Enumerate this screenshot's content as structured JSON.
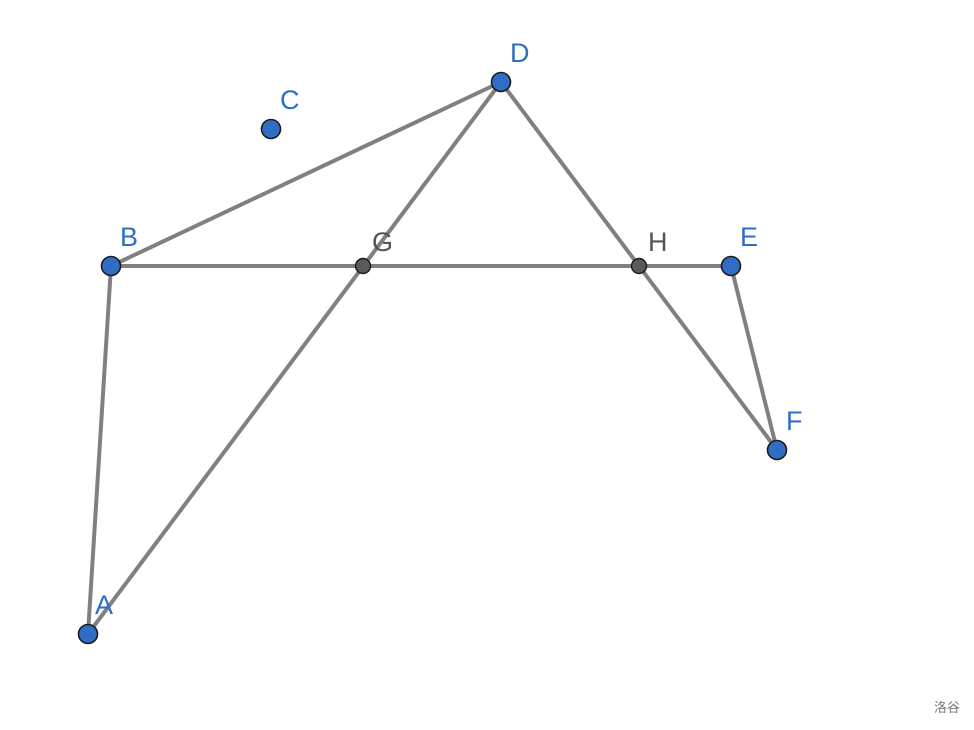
{
  "figure": {
    "points": [
      {
        "id": "A",
        "label": "A",
        "kind": "free"
      },
      {
        "id": "B",
        "label": "B",
        "kind": "free"
      },
      {
        "id": "C",
        "label": "C",
        "kind": "free"
      },
      {
        "id": "D",
        "label": "D",
        "kind": "free"
      },
      {
        "id": "E",
        "label": "E",
        "kind": "free"
      },
      {
        "id": "F",
        "label": "F",
        "kind": "free"
      },
      {
        "id": "G",
        "label": "G",
        "kind": "intersection"
      },
      {
        "id": "H",
        "label": "H",
        "kind": "intersection"
      }
    ],
    "segments": [
      [
        "A",
        "B"
      ],
      [
        "B",
        "D"
      ],
      [
        "B",
        "E"
      ],
      [
        "A",
        "D"
      ],
      [
        "D",
        "F"
      ],
      [
        "E",
        "F"
      ]
    ],
    "colors": {
      "free_point": "#2f6ec4",
      "intersection_point": "#5a5a5a",
      "segment": "#808080",
      "free_label": "#2f6ec4",
      "intersection_label": "#555555"
    }
  },
  "watermark": "洛谷"
}
